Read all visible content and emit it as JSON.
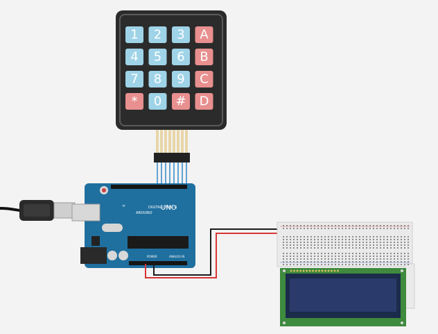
{
  "keypad": {
    "keys": [
      {
        "label": "1",
        "kind": "num"
      },
      {
        "label": "2",
        "kind": "num"
      },
      {
        "label": "3",
        "kind": "num"
      },
      {
        "label": "A",
        "kind": "func"
      },
      {
        "label": "4",
        "kind": "num"
      },
      {
        "label": "5",
        "kind": "num"
      },
      {
        "label": "6",
        "kind": "num"
      },
      {
        "label": "B",
        "kind": "func"
      },
      {
        "label": "7",
        "kind": "num"
      },
      {
        "label": "8",
        "kind": "num"
      },
      {
        "label": "9",
        "kind": "num"
      },
      {
        "label": "C",
        "kind": "func"
      },
      {
        "label": "*",
        "kind": "func"
      },
      {
        "label": "0",
        "kind": "num"
      },
      {
        "label": "#",
        "kind": "func"
      },
      {
        "label": "D",
        "kind": "func"
      }
    ]
  },
  "arduino": {
    "model": "UNO",
    "brand": "ARDUINO",
    "digital_label": "DIGITAL (PWM~)",
    "power_label": "POWER",
    "analog_label": "ANALOG IN"
  },
  "colors": {
    "background": "#f3f3f3",
    "num_key": "#9fd3e8",
    "func_key": "#e88f8f",
    "board": "#1f6f9f",
    "wire_red": "#d83434",
    "wire_black": "#1a1a1a",
    "lcd_pcb": "#3e8a3e",
    "lcd_screen": "#2a3a6a",
    "ribbon": "#2e8ac9"
  }
}
